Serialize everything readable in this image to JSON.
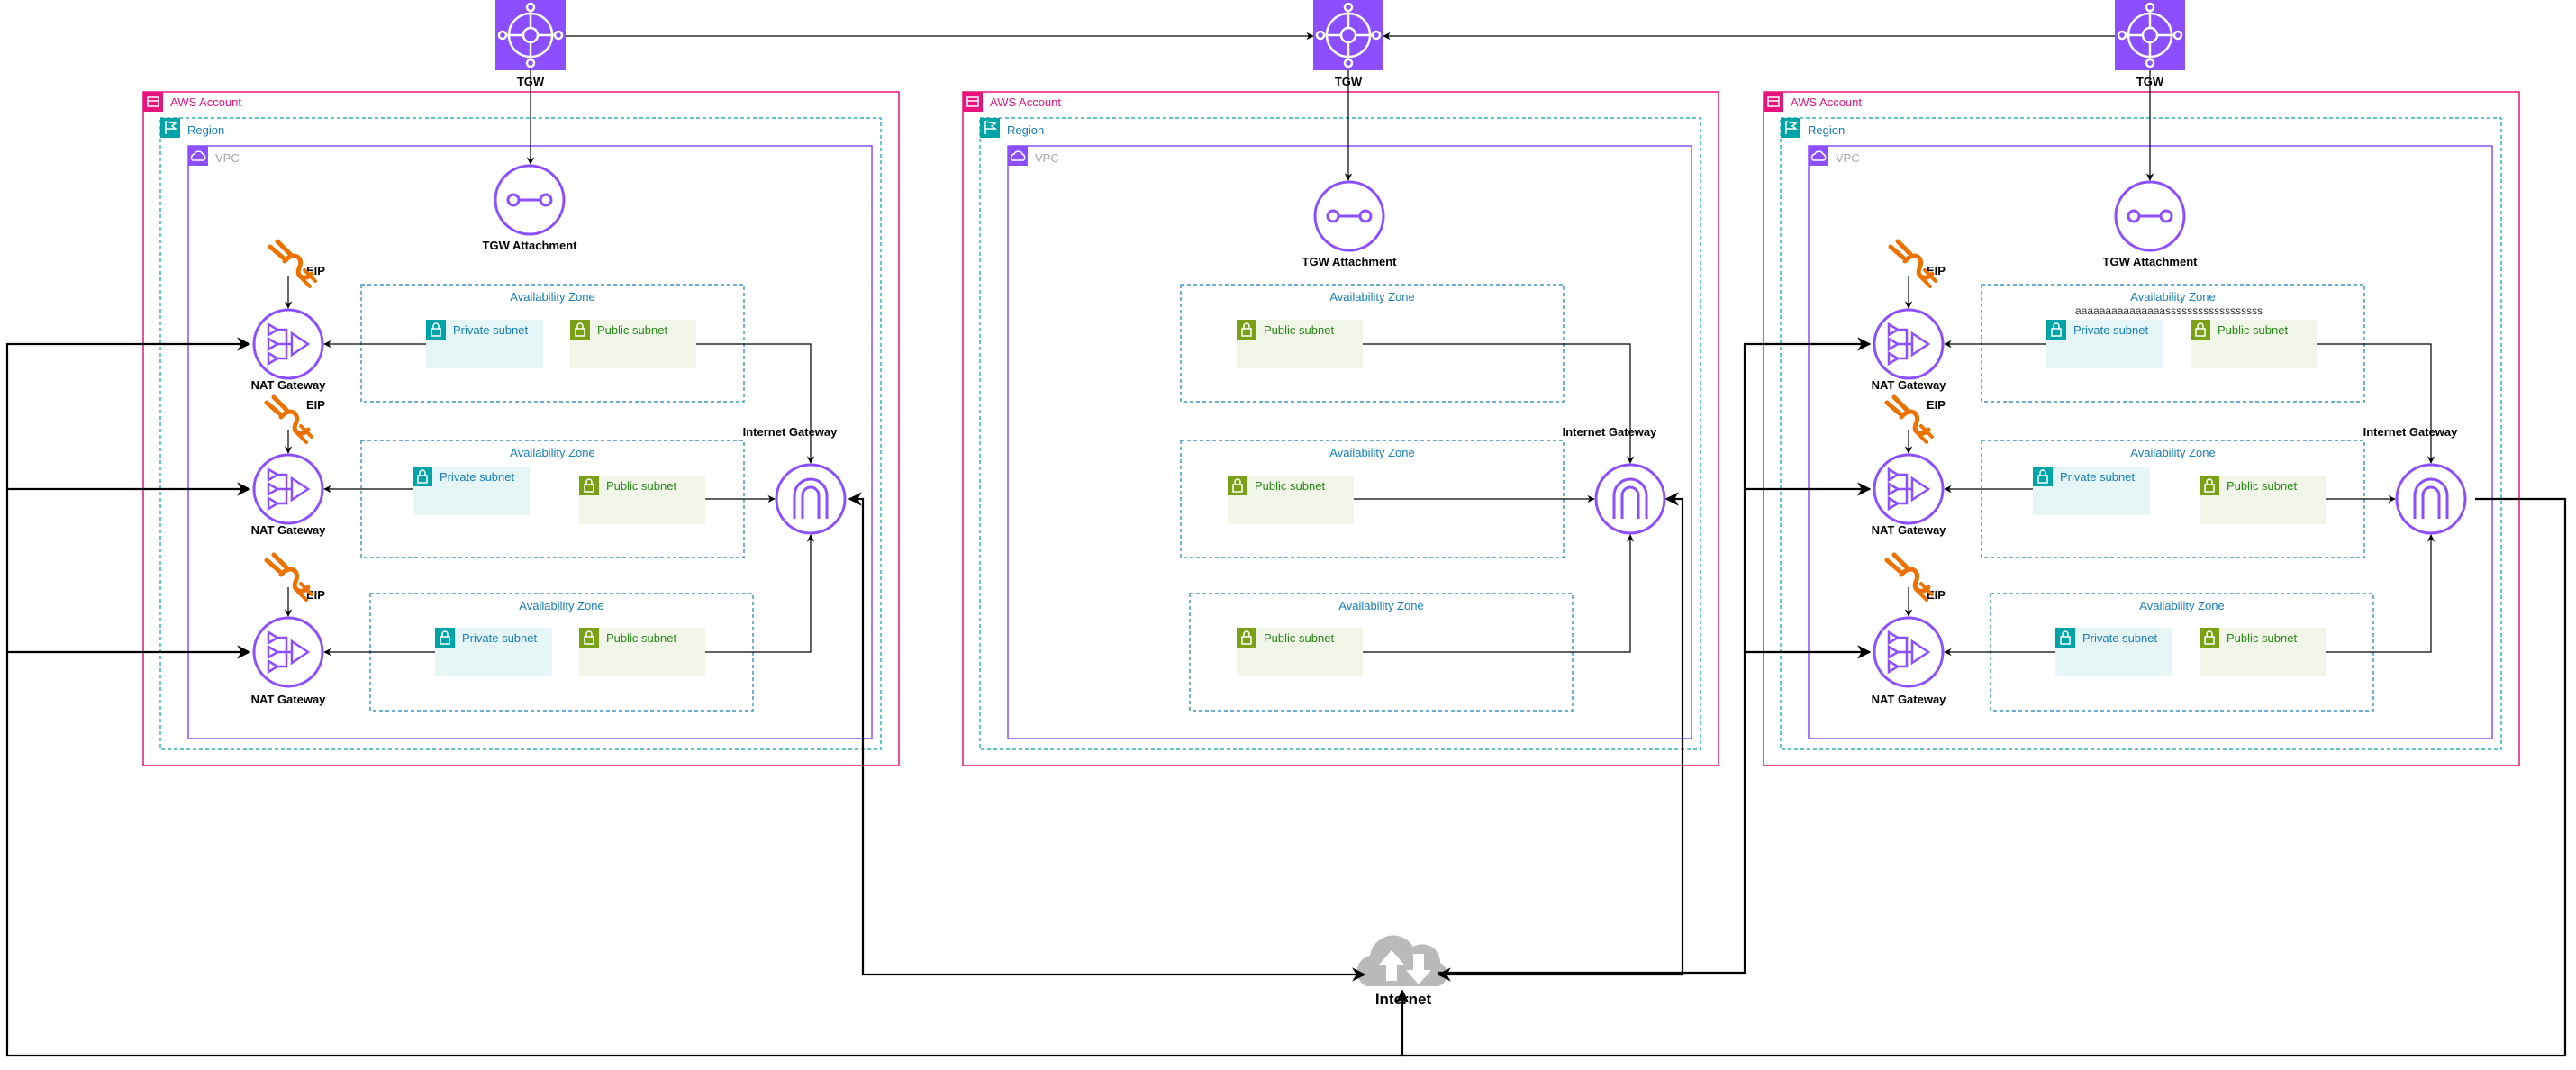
{
  "labels": {
    "tgw": "TGW",
    "tgw_attachment": "TGW Attachment",
    "eip": "EIP",
    "nat_gateway": "NAT Gateway",
    "internet_gateway": "Internet Gateway",
    "aws_account": "AWS Account",
    "region": "Region",
    "vpc": "VPC",
    "availability_zone": "Availability Zone",
    "private_subnet": "Private subnet",
    "public_subnet": "Public subnet",
    "internet": "Internet",
    "annotation": "aaaaaaaaaaaaaaassssssssssssssssss"
  },
  "accounts": [
    {
      "id": "left",
      "has_nat": true,
      "has_private": true
    },
    {
      "id": "center",
      "has_nat": false,
      "has_private": false
    },
    {
      "id": "right",
      "has_nat": true,
      "has_private": true
    }
  ],
  "colors": {
    "tgw_purple": "#8C4FFF",
    "account_pink": "#E7157B",
    "region_teal": "#00A4A6",
    "az_blue": "#147EBA",
    "private_teal": "#00A4A6",
    "private_fill": "#E6F6F7",
    "public_green": "#7AA116",
    "public_text": "#248814",
    "public_fill": "#F2F6E8",
    "eip_orange": "#ED7100",
    "cloud_gray": "#BABABA",
    "line": "#000000"
  }
}
